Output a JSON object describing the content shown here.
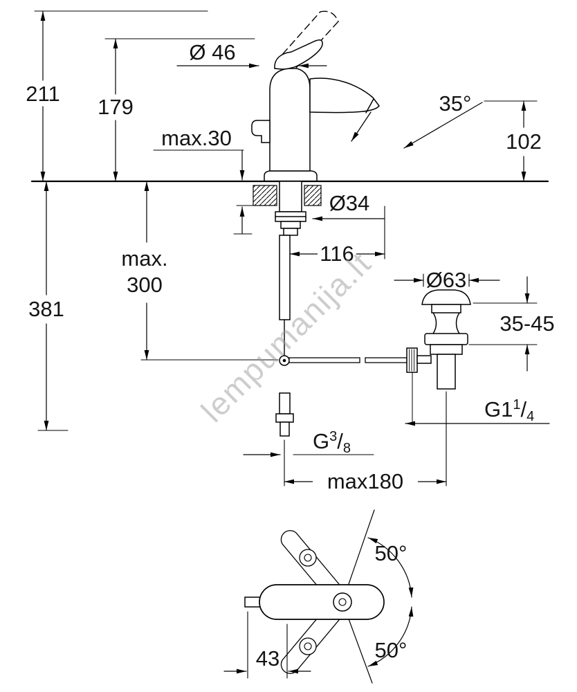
{
  "watermark": "lempumanija.lt",
  "side_view": {
    "overall_height": "211",
    "aerator_height": "179",
    "base_dia": "Ø 46",
    "deck_thickness": "max.30",
    "spout_angle": "35°",
    "outlet_height": "102",
    "hole_dia": "Ø34",
    "spout_reach": "116",
    "hose_len_1": "max.",
    "hose_len_2": "300",
    "below_height": "381"
  },
  "waste_set": {
    "flange_dia": "Ø63",
    "deck_range": "35-45",
    "drain_thread": {
      "prefix": "G1",
      "num": "1",
      "slash": "/",
      "den": "4"
    },
    "hose_thread": {
      "prefix": "G",
      "num": "3",
      "slash": "/",
      "den": "8"
    },
    "horizontal_max": "max180"
  },
  "top_view": {
    "swing_upper": "50°",
    "swing_lower": "50°",
    "spout_offset": "43"
  }
}
